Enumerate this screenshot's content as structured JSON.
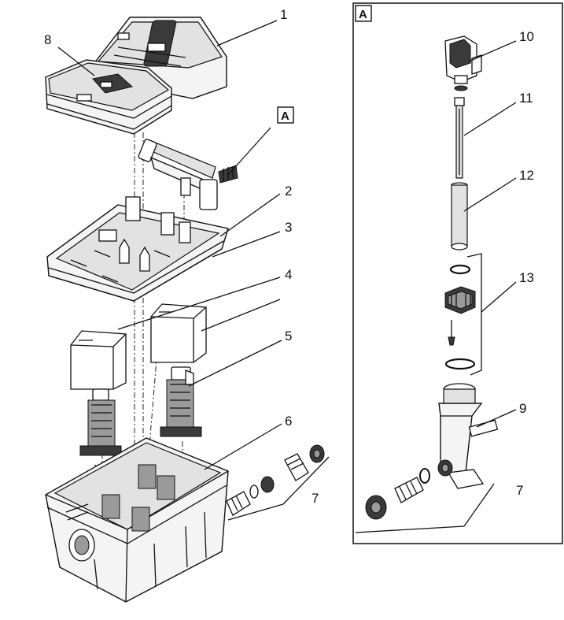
{
  "inset_label": "A",
  "callout_label": "A",
  "labels": {
    "n1": "1",
    "n2": "2",
    "n3": "3",
    "n4": "4",
    "n5": "5",
    "n6": "6",
    "n7": "7",
    "n8": "8",
    "n9": "9",
    "n10": "10",
    "n11": "11",
    "n12": "12",
    "n13": "13",
    "n7b": "7"
  }
}
